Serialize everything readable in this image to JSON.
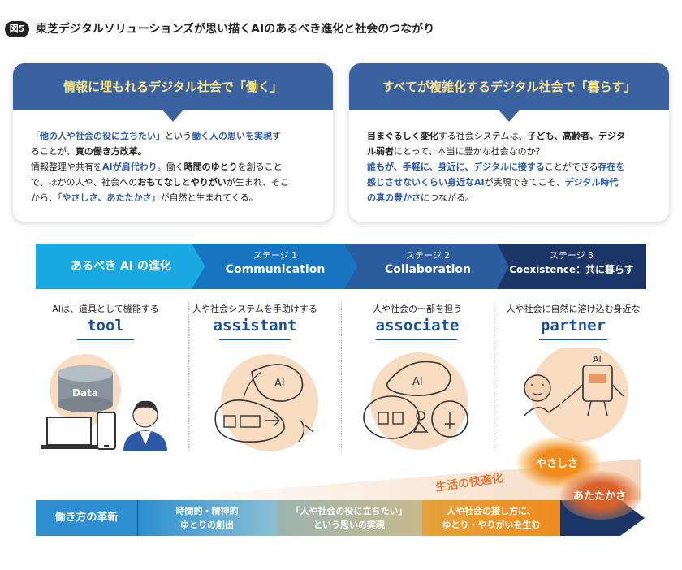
{
  "figure": {
    "badge": "図5",
    "title": "東芝デジタルソリューションズが思い描くAIのあるべき進化と社会のつながり"
  },
  "card_left": {
    "title": "情報に埋もれるデジタル社会で「働く」",
    "lines": [
      {
        "parts": [
          {
            "t": "「他の人や社会の役に立ちたい」",
            "c": "hl"
          },
          {
            "t": "という",
            "c": ""
          },
          {
            "t": "働く人の思いを実現",
            "c": "hl"
          },
          {
            "t": "す",
            "c": ""
          }
        ]
      },
      {
        "parts": [
          {
            "t": "ることが、",
            "c": ""
          },
          {
            "t": "真の働き方改革。",
            "c": "b"
          }
        ]
      },
      {
        "parts": [
          {
            "t": "情報整理や共有を",
            "c": ""
          },
          {
            "t": "AIが肩代わり",
            "c": "hl"
          },
          {
            "t": "。働く",
            "c": ""
          },
          {
            "t": "時間のゆとり",
            "c": "b"
          },
          {
            "t": "を創ること",
            "c": ""
          }
        ]
      },
      {
        "parts": [
          {
            "t": "で、ほかの人や、社会への",
            "c": ""
          },
          {
            "t": "おもてなし",
            "c": "b"
          },
          {
            "t": "と",
            "c": ""
          },
          {
            "t": "やりがい",
            "c": "b"
          },
          {
            "t": "が生まれ、そこ",
            "c": ""
          }
        ]
      },
      {
        "parts": [
          {
            "t": "から、「",
            "c": ""
          },
          {
            "t": "やさしさ、あたたかさ",
            "c": "hl"
          },
          {
            "t": "」が自然と生まれてくる。",
            "c": ""
          }
        ]
      }
    ]
  },
  "card_right": {
    "title": "すべてが複雑化するデジタル社会で「暮らす」",
    "lines": [
      {
        "parts": [
          {
            "t": "目まぐるしく変化",
            "c": "b"
          },
          {
            "t": "する社会システムは、",
            "c": ""
          },
          {
            "t": "子ども、高齢者、デジタ",
            "c": "b"
          }
        ]
      },
      {
        "parts": [
          {
            "t": "ル弱者",
            "c": "b"
          },
          {
            "t": "にとって、本当に豊かな社会なのか？",
            "c": ""
          }
        ]
      },
      {
        "parts": [
          {
            "t": "誰もが、手軽に、身近に、デジタルに接する",
            "c": "hl"
          },
          {
            "t": "ことができる",
            "c": ""
          },
          {
            "t": "存在を",
            "c": "hl"
          }
        ]
      },
      {
        "parts": [
          {
            "t": "感じさせないくらい身近なAI",
            "c": "hl"
          },
          {
            "t": "が実現できてこそ、",
            "c": ""
          },
          {
            "t": "デジタル時代",
            "c": "hl"
          }
        ]
      },
      {
        "parts": [
          {
            "t": "の真の豊かさ",
            "c": "hl"
          },
          {
            "t": "につながる。",
            "c": ""
          }
        ]
      }
    ]
  },
  "stages": [
    {
      "small": "",
      "big": "あるべき AI の進化"
    },
    {
      "small": "ステージ 1",
      "big": "Communication"
    },
    {
      "small": "ステージ 2",
      "big": "Collaboration"
    },
    {
      "small": "ステージ 3",
      "big": "Coexistence：共に暮らす"
    }
  ],
  "columns": [
    {
      "desc": "AIは、道具として機能する",
      "word": "tool"
    },
    {
      "desc": "人や社会システムを手助けする",
      "word": "assistant"
    },
    {
      "desc": "人や社会の一部を担う",
      "word": "associate"
    },
    {
      "desc": "人や社会に自然に溶け込む身近な",
      "word": "partner"
    }
  ],
  "illustrations": {
    "data_label": "Data",
    "ai_label": "AI"
  },
  "bottom": {
    "label": "働き方の革新",
    "seg1": [
      "時間的・精神的",
      "ゆとりの創出"
    ],
    "seg2": [
      "「人や社会の役に立ちたい」",
      "という思いの実現"
    ],
    "seg3": [
      "人や社会の接し方に、",
      "ゆとり・やりがいを生む"
    ],
    "comfort": "生活の快適化",
    "kindness": "やさしさ",
    "warmth": "あたたかさ"
  },
  "colors": {
    "navy": "#1a3566",
    "blue": "#2d5aa7",
    "cyan": "#1aa8e0",
    "orange": "#f08b1e",
    "card_head": "#3a62a0",
    "yellow": "#fde68a"
  }
}
